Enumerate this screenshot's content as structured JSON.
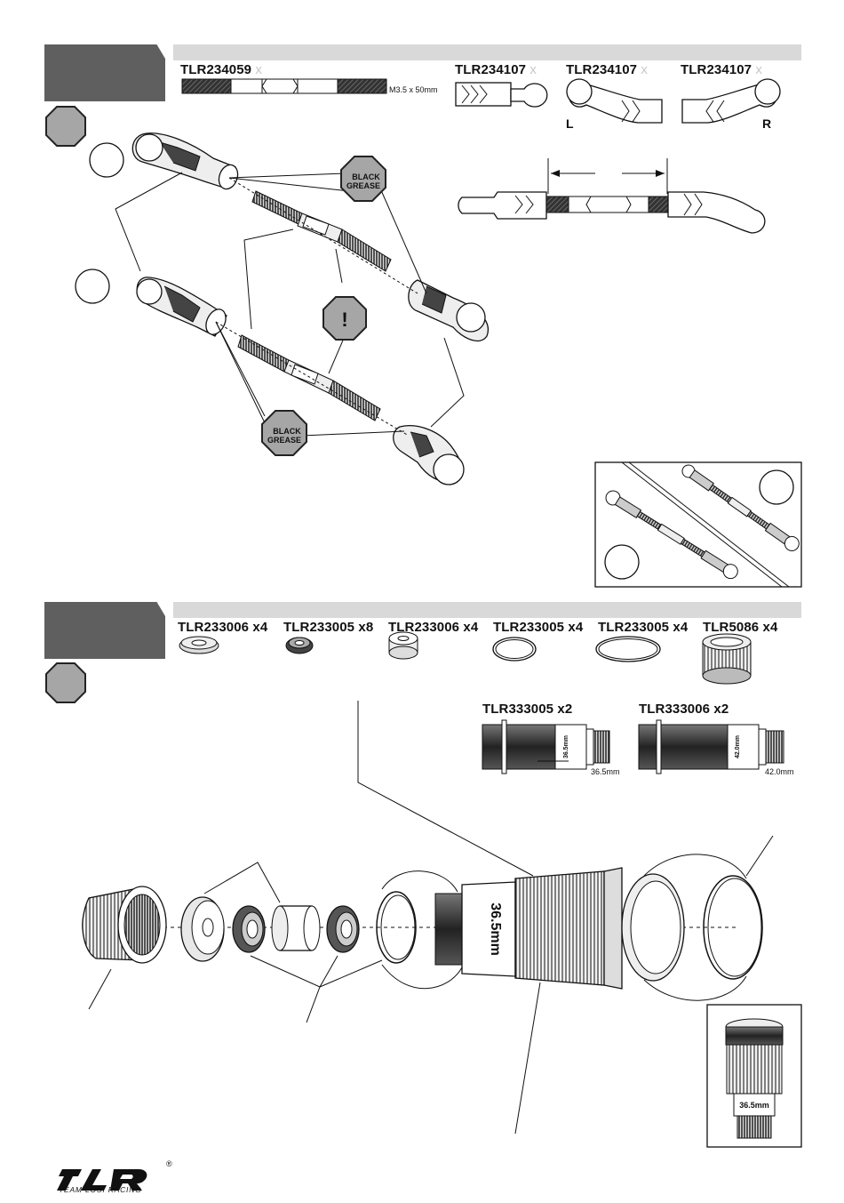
{
  "step1": {
    "parts": [
      {
        "code": "TLR234059",
        "qty": "x"
      },
      {
        "code": "TLR234107",
        "qty": "x"
      },
      {
        "code": "TLR234107",
        "qty": "x"
      },
      {
        "code": "TLR234107",
        "qty": "x"
      }
    ],
    "rod_dimension": "M3.5 x 50mm",
    "left_label": "L",
    "right_label": "R",
    "grease_label_1": "BLACK",
    "grease_label_2": "GREASE",
    "warning_symbol": "!"
  },
  "step2": {
    "parts": [
      {
        "code": "TLR233006",
        "qty": "x4"
      },
      {
        "code": "TLR233005",
        "qty": "x8"
      },
      {
        "code": "TLR233006",
        "qty": "x4"
      },
      {
        "code": "TLR233005",
        "qty": "x4"
      },
      {
        "code": "TLR233005",
        "qty": "x4"
      },
      {
        "code": "TLR5086",
        "qty": "x4"
      }
    ],
    "bodies": [
      {
        "code": "TLR333005",
        "qty": "x2",
        "dimension": "36.5mm",
        "engraving": "36.5mm"
      },
      {
        "code": "TLR333006",
        "qty": "x2",
        "dimension": "42.0mm",
        "engraving": "42.0mm"
      }
    ],
    "body_engraving": "36.5mm",
    "inset_engraving": "36.5mm"
  },
  "logo": {
    "mark": "TLR",
    "registered": "®",
    "tagline": "TEAM LOSI RACING"
  },
  "colors": {
    "section_tab": "#5f5f5f",
    "section_bar": "#d9d9d9",
    "step_badge": "#a6a6a6"
  }
}
